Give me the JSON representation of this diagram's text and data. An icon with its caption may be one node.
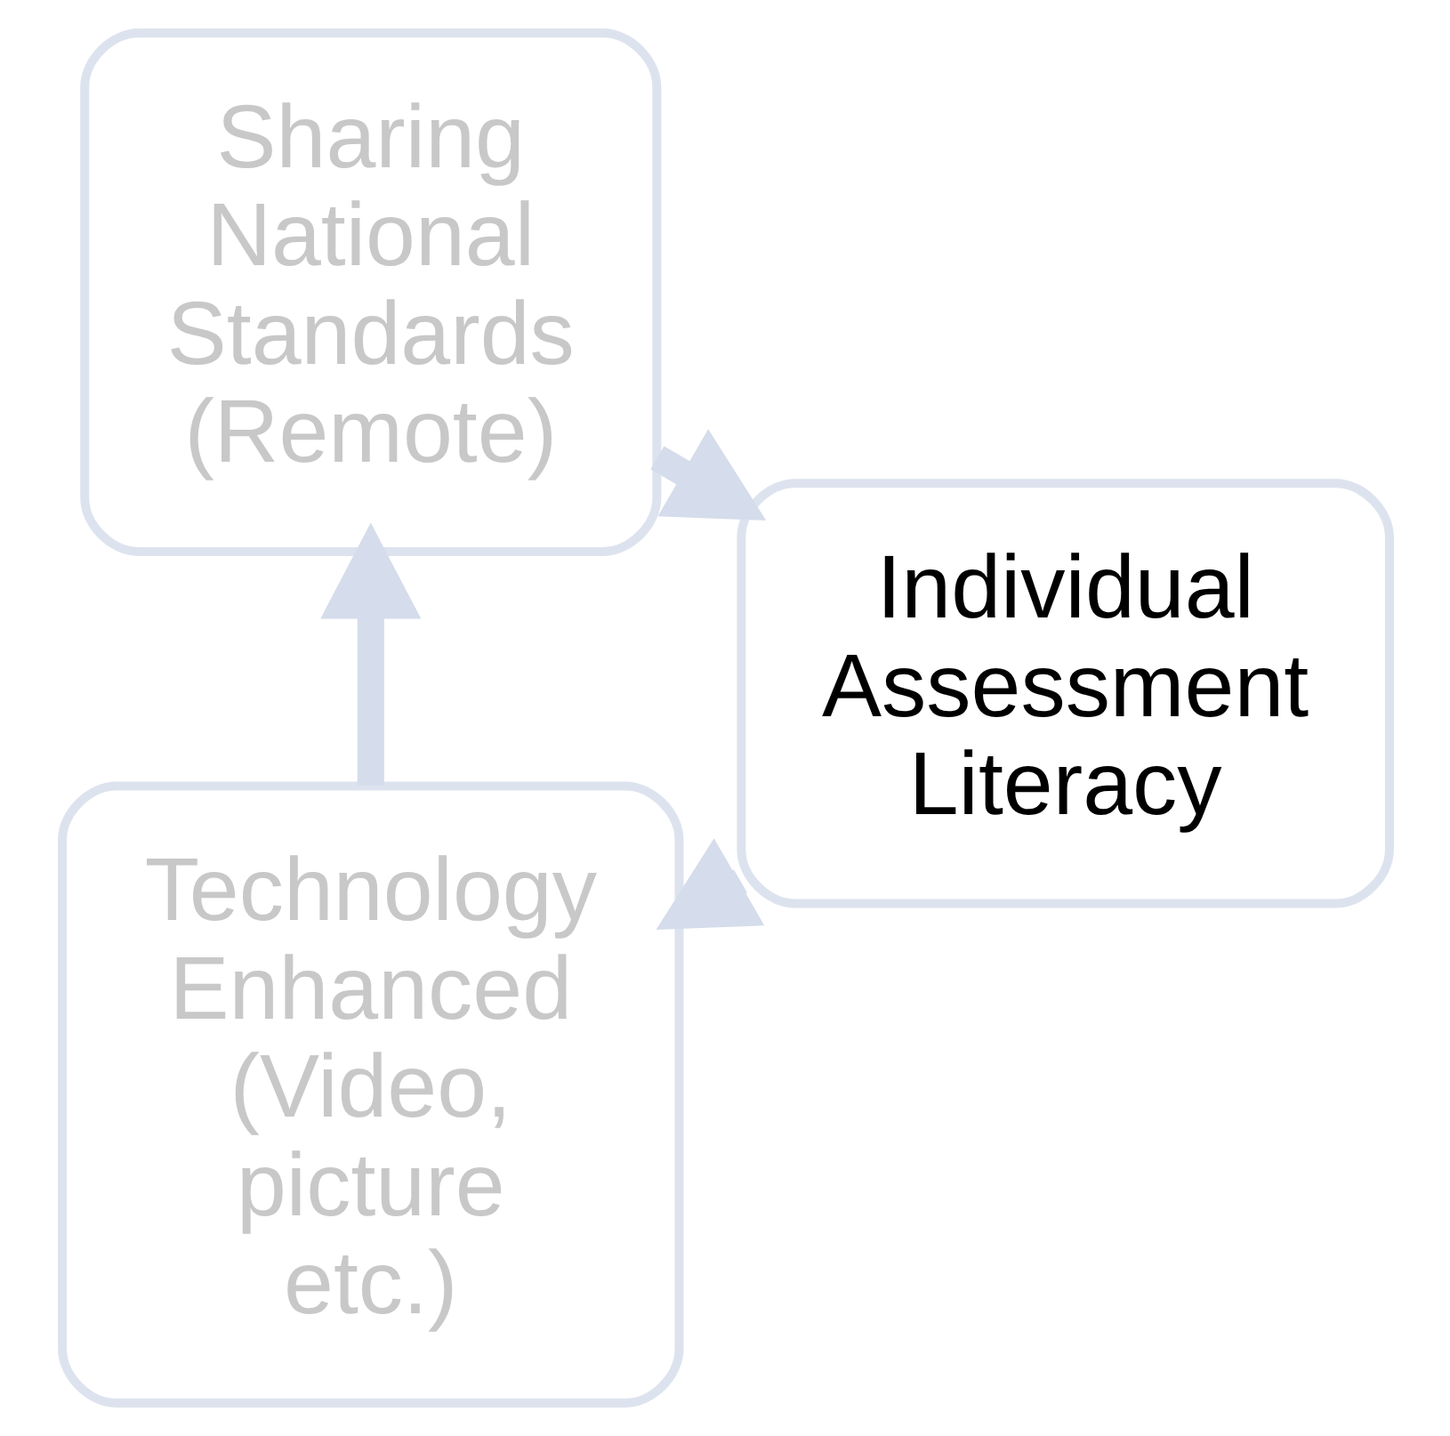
{
  "diagram": {
    "nodes": [
      {
        "text": [
          "Technology Enhanced (Video, picture etc.)"
        ]
      },
      {
        "text": [
          "Sharing National Standards (Remote)"
        ]
      },
      {
        "text": [
          "Individual Assessment Literacy"
        ]
      }
    ],
    "edges": [
      {
        "from": 0,
        "to": 1,
        "arrow": "to"
      },
      {
        "from": 1,
        "to": 2,
        "arrow": "to"
      },
      {
        "from": 2,
        "to": 0,
        "arrow": "to"
      }
    ]
  }
}
